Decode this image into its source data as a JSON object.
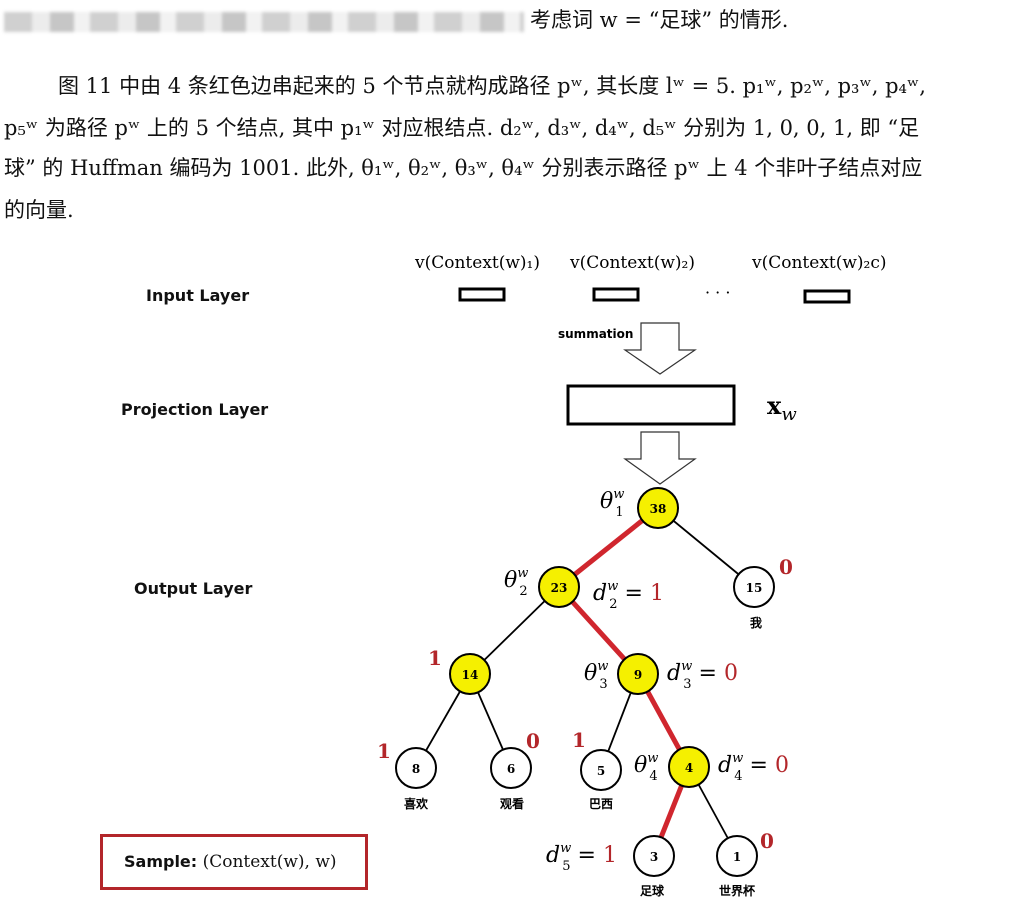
{
  "text": {
    "line1_tail": "考虑词 w = “足球” 的情形.",
    "line2": "图 11 中由 4 条红色边串起来的 5 个节点就构成路径 pʷ, 其长度 lʷ = 5. p₁ʷ, p₂ʷ, p₃ʷ, p₄ʷ,",
    "line3": "p₅ʷ 为路径 pʷ 上的 5 个结点, 其中 p₁ʷ 对应根结点. d₂ʷ, d₃ʷ, d₄ʷ, d₅ʷ 分别为 1, 0, 0, 1, 即 “足",
    "line4": "球” 的 Huffman 编码为 1001. 此外, θ₁ʷ, θ₂ʷ, θ₃ʷ, θ₄ʷ 分别表示路径 pʷ 上 4 个非叶子结点对应",
    "line5": "的向量."
  },
  "layers": {
    "input": "Input  Layer",
    "projection": "Projection  Layer",
    "output": "Output Layer"
  },
  "inputs": {
    "v1": "v(Context(w)₁)",
    "v2": "v(Context(w)₂)",
    "dots": "· · ·",
    "v2c": "v(Context(w)₂c)"
  },
  "summation": "summation",
  "xw": "xw",
  "sample": {
    "label": "Sample:",
    "value": "(Context(w), w)"
  },
  "tree": {
    "nodes": {
      "n38": "38",
      "n23": "23",
      "n15": "15",
      "n14": "14",
      "n9": "9",
      "n8": "8",
      "n6": "6",
      "n5": "5",
      "n4": "4",
      "n3": "3",
      "n1": "1"
    },
    "words": {
      "wo": "我",
      "xihuan": "喜欢",
      "guankan": "观看",
      "baxi": "巴西",
      "zuqiu": "足球",
      "shijiebei": "世界杯"
    },
    "codes": {
      "c15": "0",
      "c14": "1",
      "c8": "1",
      "c6": "0",
      "c5": "1",
      "c1": "0"
    },
    "thetas": {
      "t1": "θ",
      "t2": "θ",
      "t3": "θ",
      "t4": "θ"
    },
    "ds": {
      "d2": "d",
      "d2v": "1",
      "d3": "d",
      "d3v": "0",
      "d4": "d",
      "d4v": "0",
      "d5": "d",
      "d5v": "1"
    },
    "colors": {
      "path": "#d0262e",
      "inner": "#f5f000",
      "code": "#b3262a"
    }
  }
}
